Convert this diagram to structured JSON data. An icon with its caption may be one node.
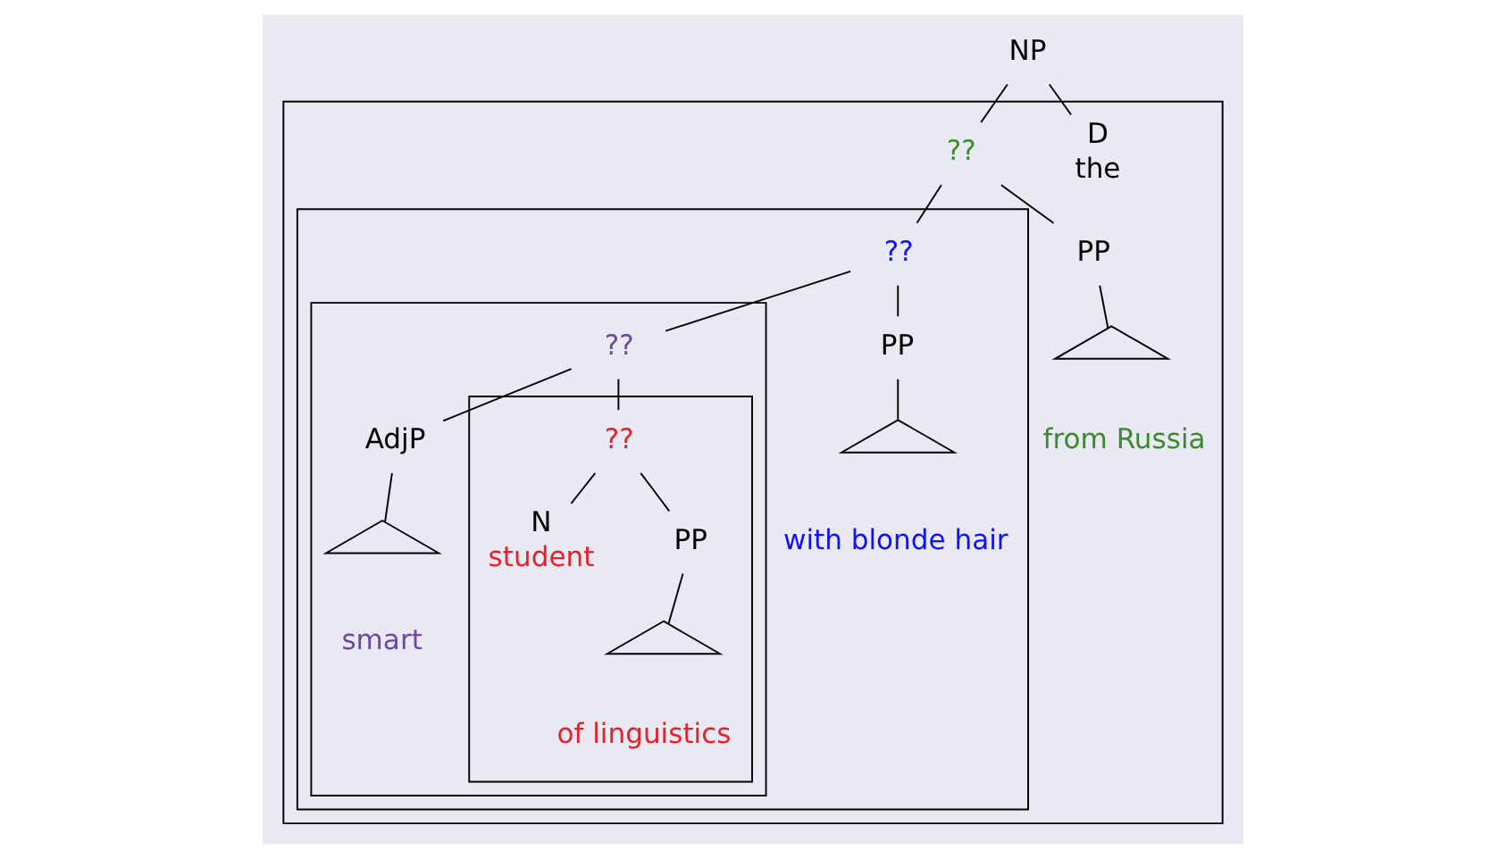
{
  "diagram": {
    "nodes": [
      {
        "text": [
          "NP"
        ]
      },
      {
        "text": [],
        "shape": "box"
      },
      {
        "text": [
          "D",
          "the"
        ],
        "in": 1
      },
      {
        "text": [
          "??"
        ],
        "in": 1
      },
      {
        "text": [],
        "shape": "box",
        "in": 1
      },
      {
        "text": [
          "??"
        ],
        "in": 4
      },
      {
        "text": [],
        "shape": "box",
        "in": 4
      },
      {
        "text": [
          "??"
        ],
        "in": 6
      },
      {
        "text": [
          "AdjP"
        ],
        "in": 6
      },
      {
        "text": [],
        "shape": "triangle",
        "in": 6,
        "beside": [
          "smart"
        ]
      },
      {
        "text": [],
        "shape": "box",
        "in": 6
      },
      {
        "text": [
          "??"
        ],
        "in": 10
      },
      {
        "text": [
          "N",
          "student"
        ],
        "in": 10
      },
      {
        "text": [
          "PP"
        ],
        "in": 10
      },
      {
        "text": [],
        "shape": "triangle",
        "in": 10,
        "beside": [
          "of linguistics"
        ]
      },
      {
        "text": [
          "PP"
        ],
        "in": 4
      },
      {
        "text": [],
        "shape": "triangle",
        "in": 4,
        "beside": [
          "with blonde hair"
        ]
      },
      {
        "text": [
          "PP"
        ],
        "in": 1
      },
      {
        "text": [],
        "shape": "triangle",
        "in": 1,
        "beside": [
          "from Russia"
        ]
      }
    ],
    "edges": [
      {
        "from": 0,
        "to": 2,
        "arrow": "none"
      },
      {
        "from": 0,
        "to": 3,
        "arrow": "none"
      },
      {
        "from": 3,
        "to": 5,
        "arrow": "none"
      },
      {
        "from": 3,
        "to": 17,
        "arrow": "none"
      },
      {
        "from": 5,
        "to": 7,
        "arrow": "none"
      },
      {
        "from": 5,
        "to": 15,
        "arrow": "none"
      },
      {
        "from": 7,
        "to": 8,
        "arrow": "none"
      },
      {
        "from": 7,
        "to": 11,
        "arrow": "none"
      },
      {
        "from": 8,
        "to": 9,
        "arrow": "none"
      },
      {
        "from": 11,
        "to": 12,
        "arrow": "none"
      },
      {
        "from": 11,
        "to": 13,
        "arrow": "none"
      },
      {
        "from": 13,
        "to": 14,
        "arrow": "none"
      },
      {
        "from": 15,
        "to": 16,
        "arrow": "none"
      },
      {
        "from": 17,
        "to": 18,
        "arrow": "none"
      }
    ]
  }
}
